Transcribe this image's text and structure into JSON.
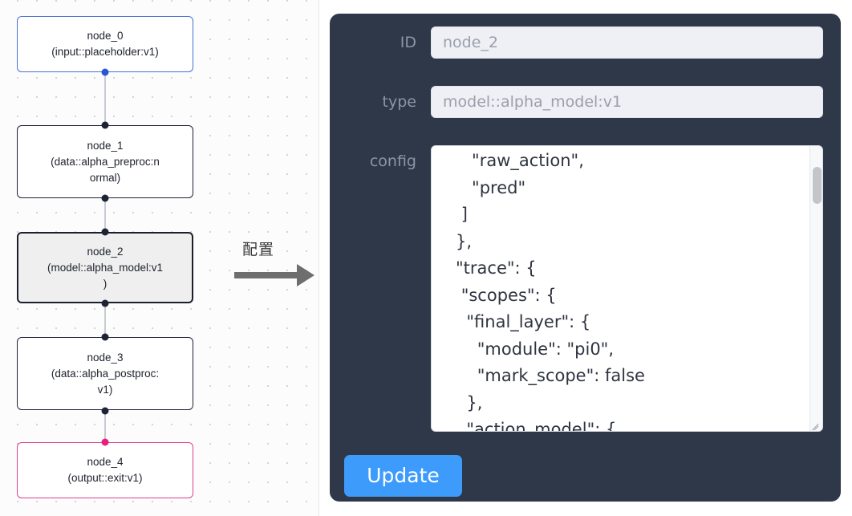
{
  "graph": {
    "nodes": [
      {
        "id": "node_0",
        "type": "(input::placeholder:v1)",
        "state": "input",
        "label": "node_0\n(input::placeholder:v1)"
      },
      {
        "id": "node_1",
        "type": "(data::alpha_preproc:normal)",
        "state": "default",
        "label": "node_1\n(data::alpha_preproc:n\normal)"
      },
      {
        "id": "node_2",
        "type": "(model::alpha_model:v1)",
        "state": "selected",
        "label": "node_2\n(model::alpha_model:v1\n)"
      },
      {
        "id": "node_3",
        "type": "(data::alpha_postproc:v1)",
        "state": "default",
        "label": "node_3\n(data::alpha_postproc:\nv1)"
      },
      {
        "id": "node_4",
        "type": "(output::exit:v1)",
        "state": "output",
        "label": "node_4\n(output::exit:v1)"
      }
    ],
    "edges": [
      {
        "from": "node_0",
        "to": "node_1"
      },
      {
        "from": "node_1",
        "to": "node_2"
      },
      {
        "from": "node_2",
        "to": "node_3"
      },
      {
        "from": "node_3",
        "to": "node_4"
      }
    ],
    "colors": {
      "input_border": "#4a6fd4",
      "output_border": "#e0418a",
      "default_border": "#1e2235",
      "selected_fill": "#efefef",
      "edge_line": "#c9ccd1",
      "canvas_bg": "#fcfcfd",
      "grid_dot": "#d2d4d9"
    }
  },
  "annotation": {
    "arrow_label": "配置",
    "arrow_color": "#6e6e6e"
  },
  "panel": {
    "background": "#2e3849",
    "fields": {
      "id": {
        "label": "ID",
        "value": "node_2"
      },
      "type": {
        "label": "type",
        "value": "model::alpha_model:v1"
      },
      "config": {
        "label": "config",
        "value": "      \"raw_action\",\n      \"pred\"\n    ]\n   },\n   \"trace\": {\n    \"scopes\": {\n     \"final_layer\": {\n       \"module\": \"pi0\",\n       \"mark_scope\": false\n     },\n     \"action_model\": {"
      }
    },
    "update_button": {
      "label": "Update",
      "color": "#3d9bfc"
    }
  }
}
